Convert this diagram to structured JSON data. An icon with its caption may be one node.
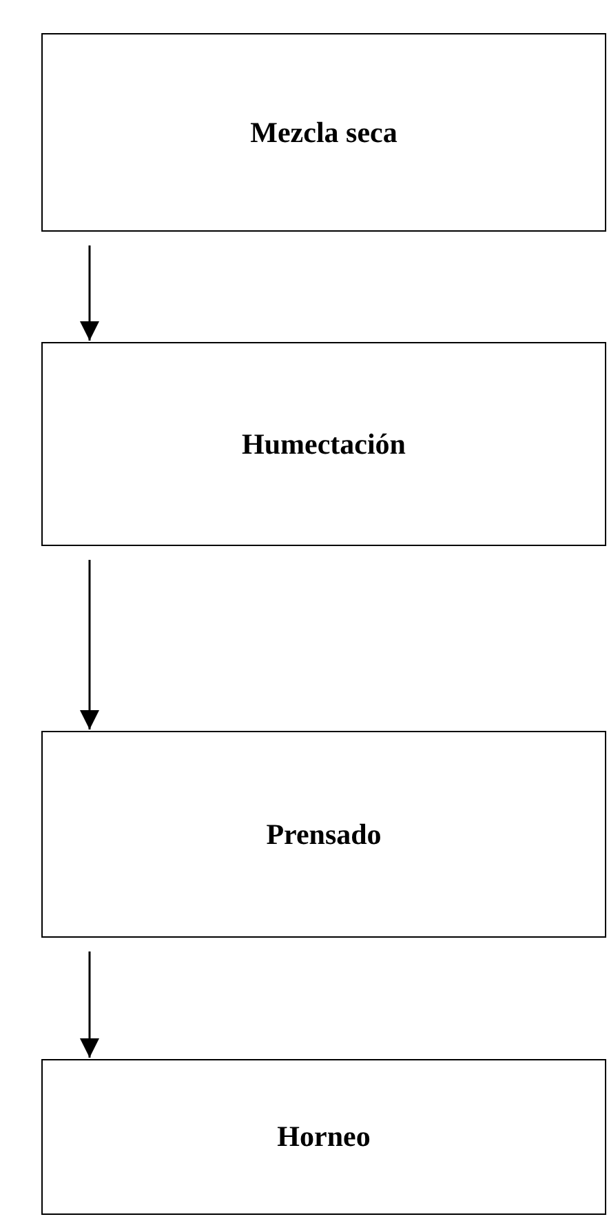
{
  "diagram": {
    "nodes": [
      {
        "text": [
          "Mezcla seca"
        ]
      },
      {
        "text": [
          "Humectación"
        ]
      },
      {
        "text": [
          "Prensado"
        ]
      },
      {
        "text": [
          "Horneo"
        ]
      }
    ],
    "edges": [
      {
        "from": 0,
        "to": 1,
        "arrow": "to"
      },
      {
        "from": 1,
        "to": 2,
        "arrow": "to"
      },
      {
        "from": 2,
        "to": 3,
        "arrow": "to"
      }
    ]
  }
}
